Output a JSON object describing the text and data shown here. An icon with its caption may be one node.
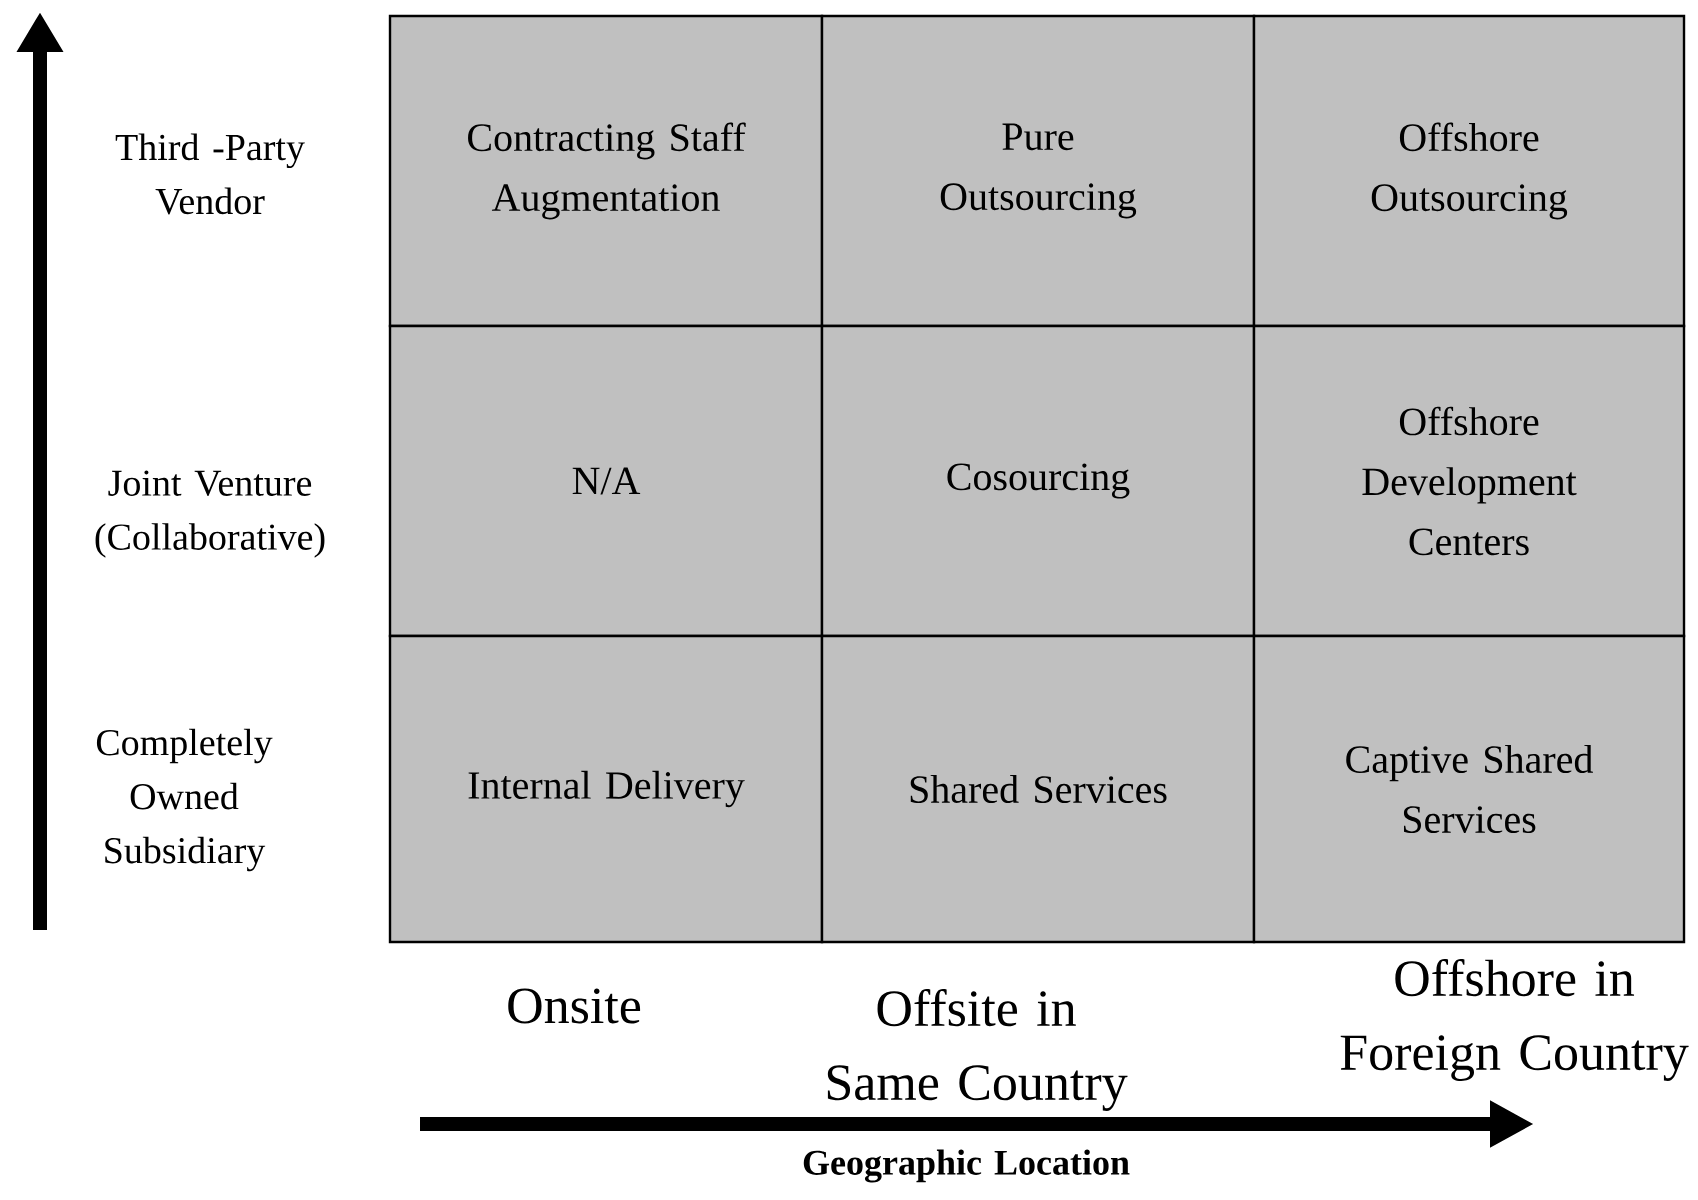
{
  "diagram": {
    "nodes": [
      {
        "text": [
          "Contracting Staff Augmentation"
        ]
      },
      {
        "text": [
          "Pure Outsourcing"
        ]
      },
      {
        "text": [
          "Offshore Outsourcing"
        ]
      },
      {
        "text": [
          "N/A"
        ]
      },
      {
        "text": [
          "Cosourcing"
        ]
      },
      {
        "text": [
          "Offshore Development Centers"
        ]
      },
      {
        "text": [
          "Internal Delivery"
        ]
      },
      {
        "text": [
          "Shared Services"
        ]
      },
      {
        "text": [
          "Captive Shared Services"
        ]
      }
    ],
    "labels": [
      "Third -Party Vendor",
      "Joint Venture (Collaborative)",
      "Completely Owned Subsidiary",
      "Onsite",
      "Offsite in Same Country",
      "Offshore in Foreign Country",
      "Geographic Location"
    ]
  }
}
